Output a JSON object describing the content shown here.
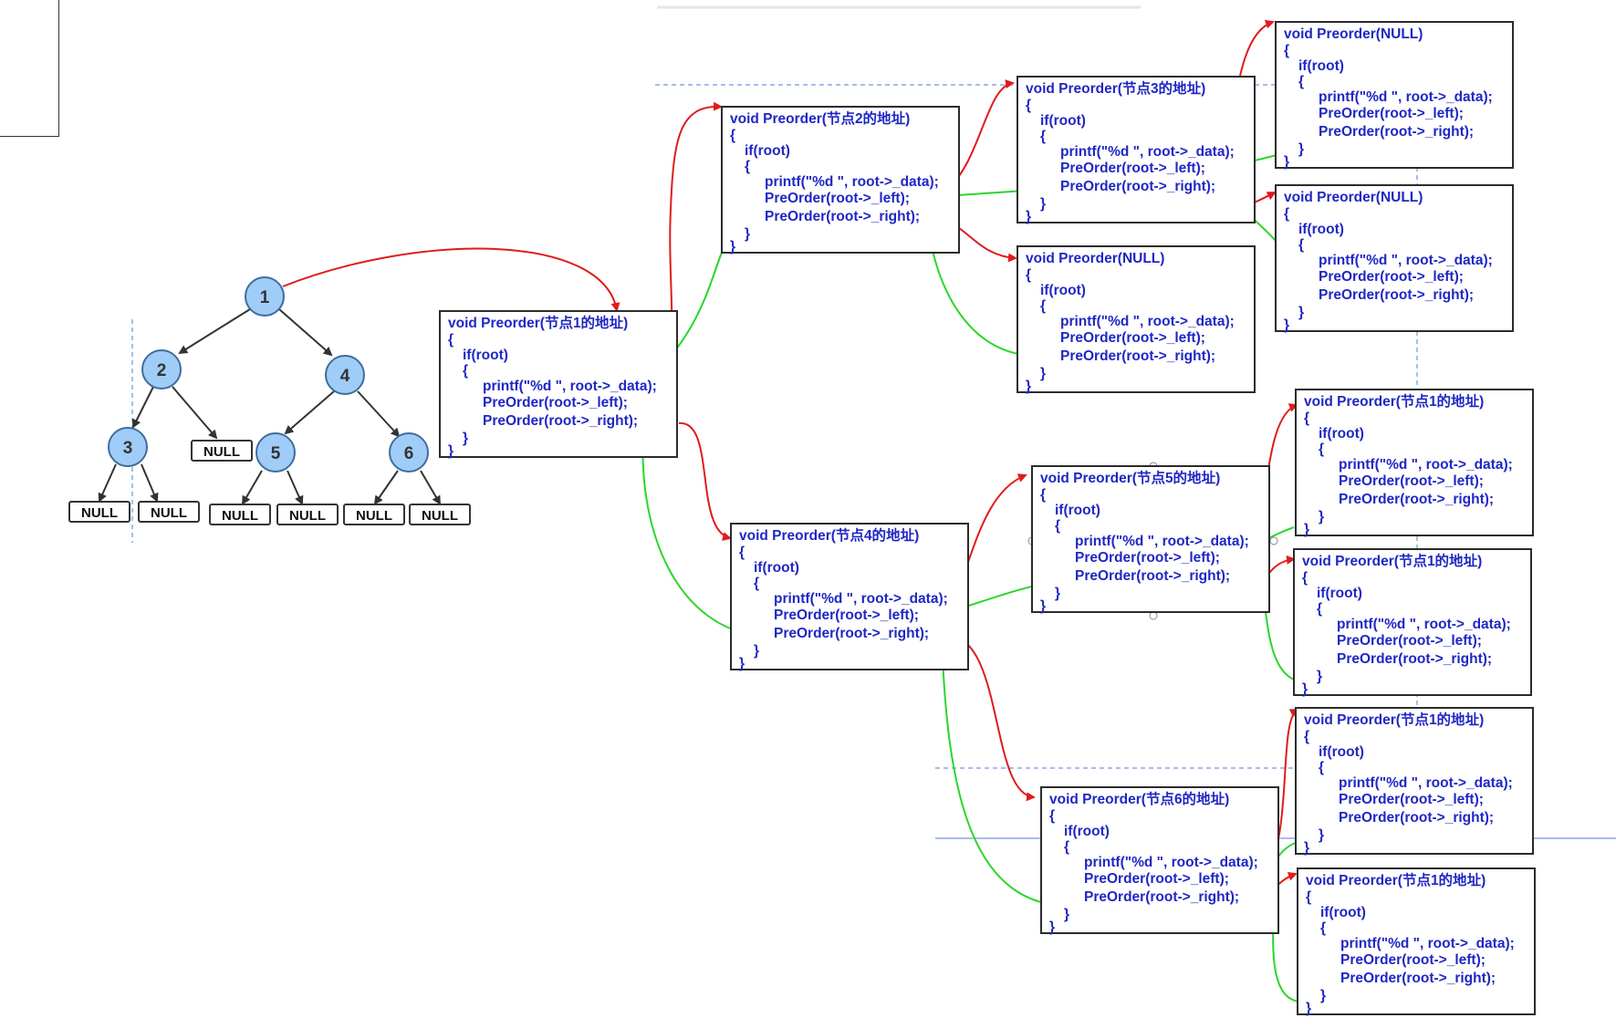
{
  "tree": {
    "nodes": [
      {
        "id": "n1",
        "label": "1"
      },
      {
        "id": "n2",
        "label": "2"
      },
      {
        "id": "n3",
        "label": "3"
      },
      {
        "id": "n4",
        "label": "4"
      },
      {
        "id": "n5",
        "label": "5"
      },
      {
        "id": "n6",
        "label": "6"
      }
    ],
    "null_label": "NULL"
  },
  "code_lines": {
    "open_brace": "{",
    "if": "if(root)",
    "inner_brace": "{",
    "printf": "printf(\"%d \", root->_data);",
    "left": "PreOrder(root->_left);",
    "right": "PreOrder(root->_right);",
    "close_inner": "}",
    "close_outer": "}"
  },
  "frames": [
    {
      "header": "void Preorder(节点1的地址)"
    },
    {
      "header": "void Preorder(节点2的地址)"
    },
    {
      "header": "void Preorder(节点3的地址)"
    },
    {
      "header": "void Preorder(NULL)"
    },
    {
      "header": "void Preorder(NULL)"
    },
    {
      "header": "void Preorder(NULL)"
    },
    {
      "header": "void Preorder(节点4的地址)"
    },
    {
      "header": "void Preorder(节点5的地址)"
    },
    {
      "header": "void Preorder(节点1的地址)"
    },
    {
      "header": "void Preorder(节点1的地址)"
    },
    {
      "header": "void Preorder(节点6的地址)"
    },
    {
      "header": "void Preorder(节点1的地址)"
    },
    {
      "header": "void Preorder(节点1的地址)"
    }
  ],
  "colors": {
    "call_arrow": "#e01b1b",
    "return_arrow": "#2bd62b",
    "code_text": "#1f27c4",
    "node_fill": "#9fcdf8",
    "guide_line": "#4a7fd8"
  }
}
